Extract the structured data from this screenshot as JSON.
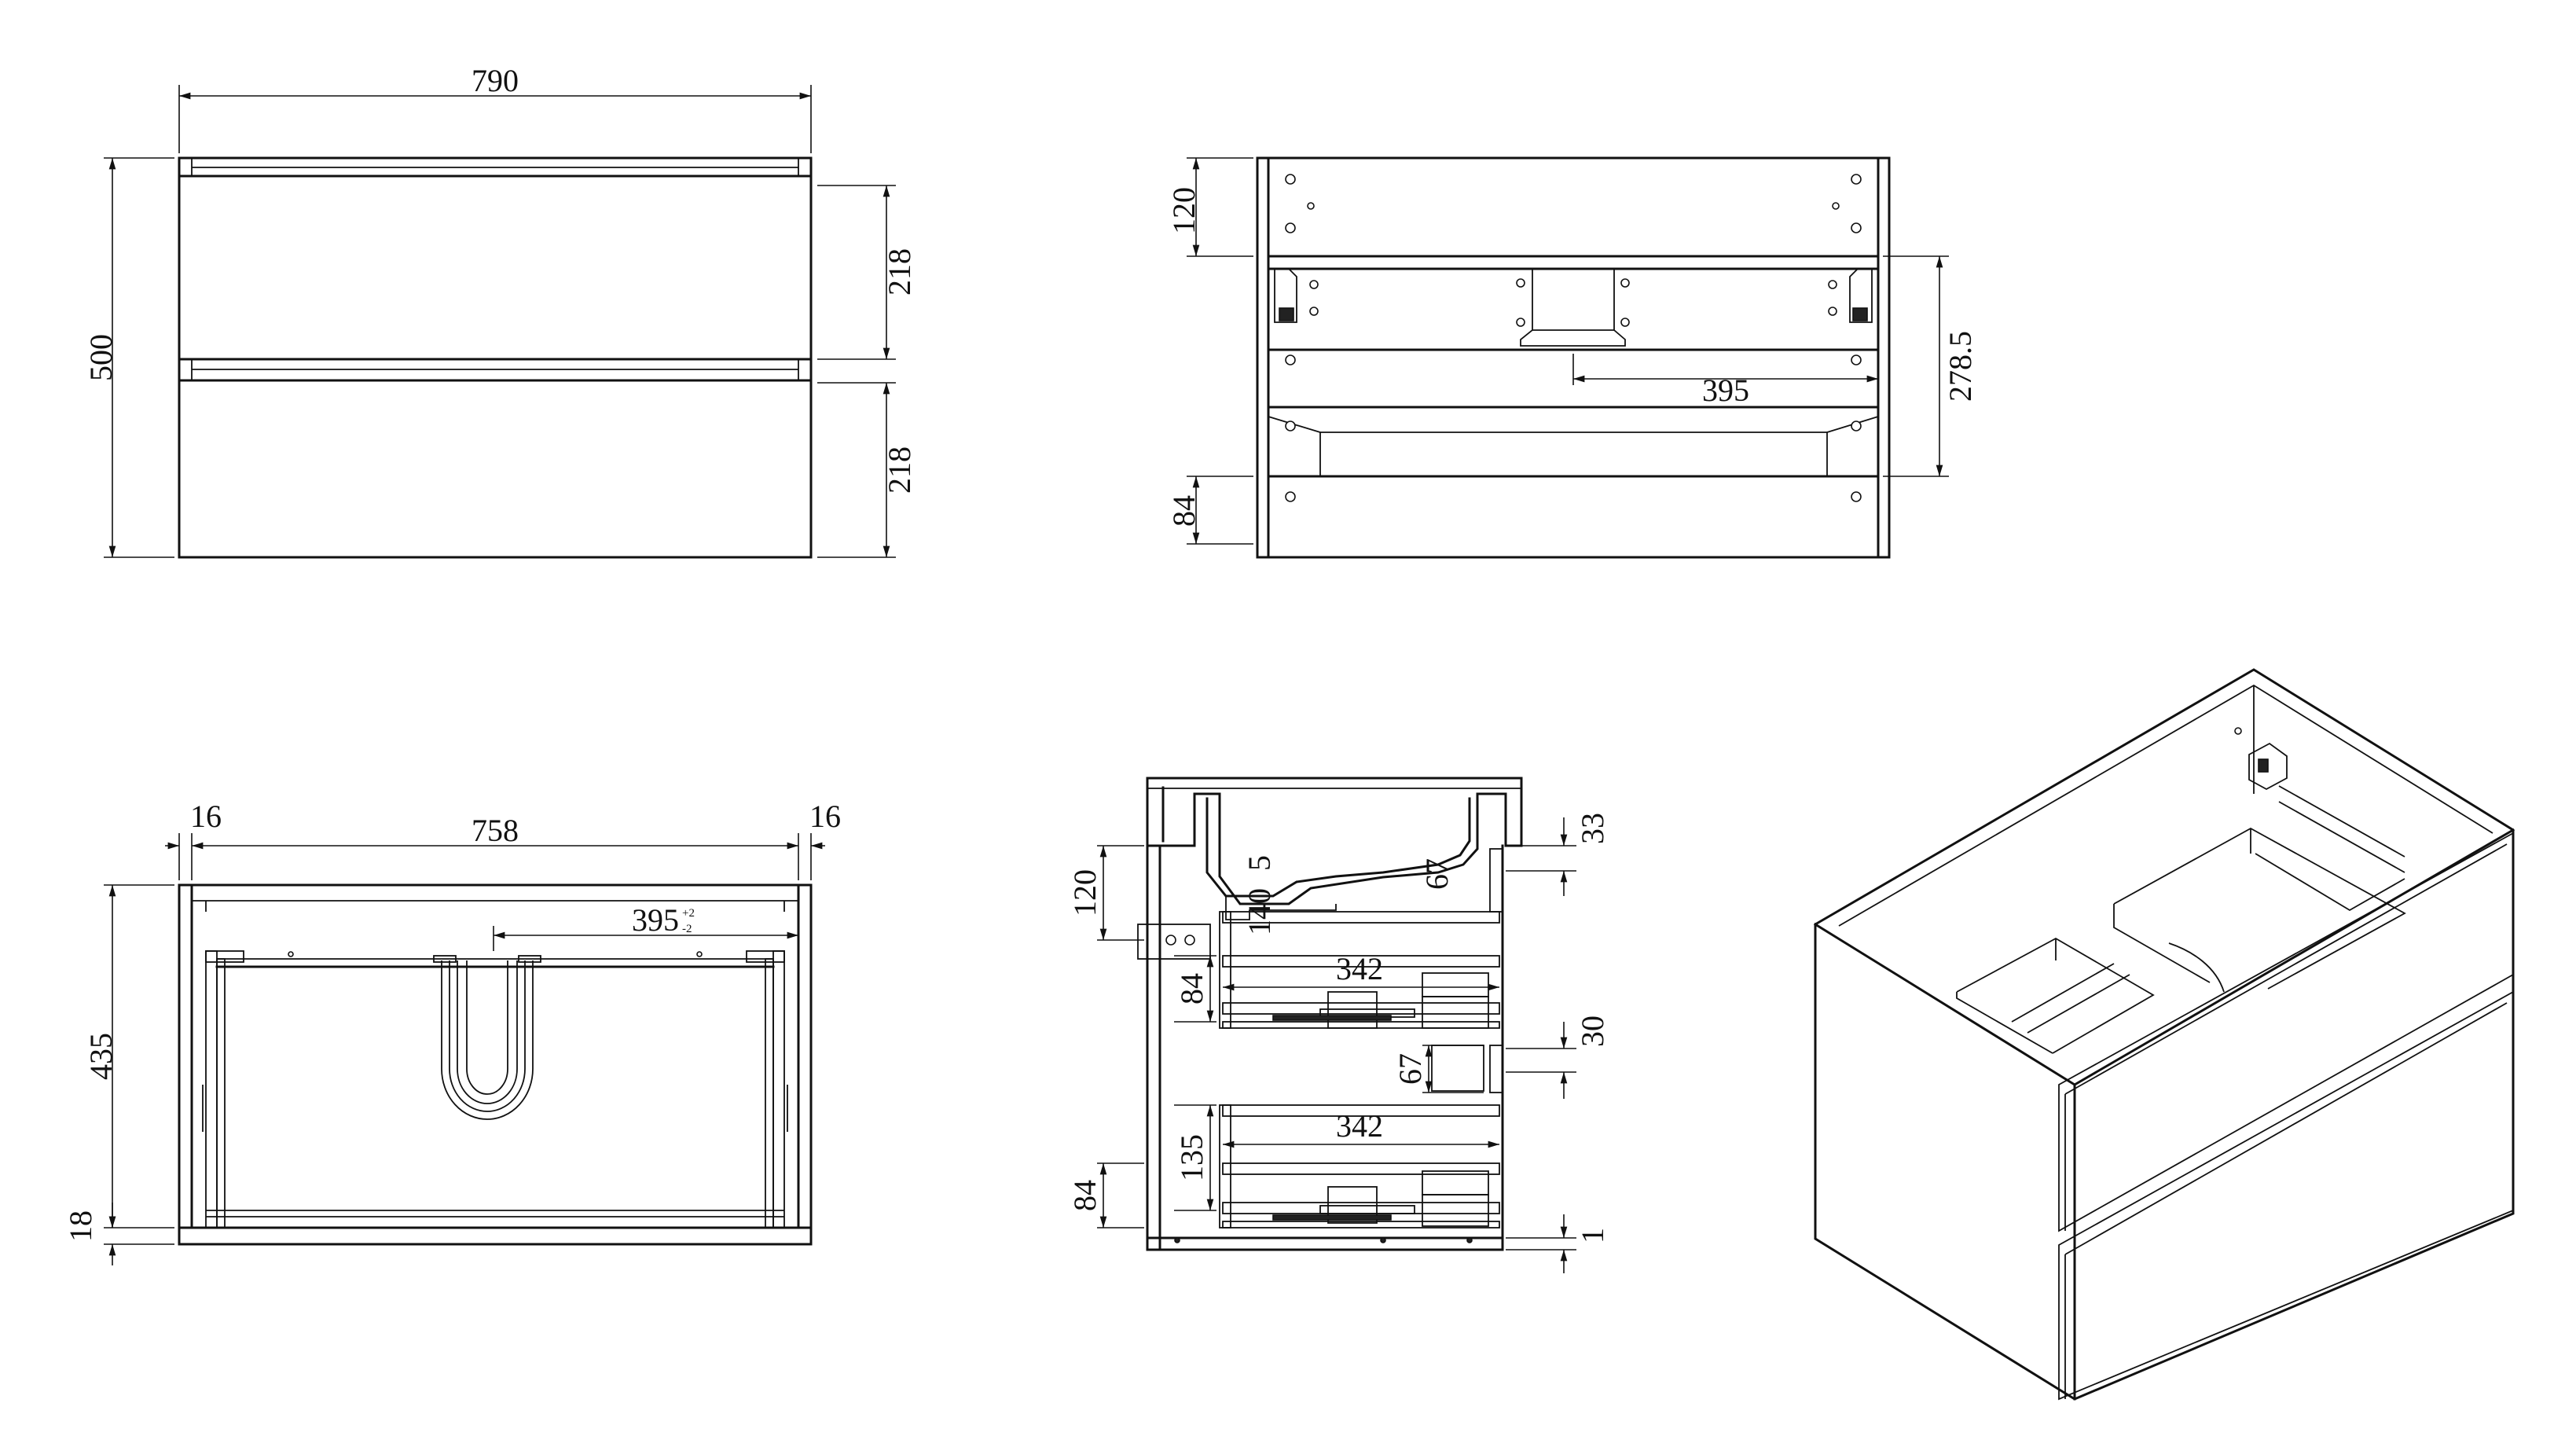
{
  "front_view": {
    "width": "790",
    "height": "500",
    "drawer_upper": "218",
    "drawer_lower": "218"
  },
  "back_view": {
    "top_height": "120",
    "mid_height": "278.5",
    "offset": "395",
    "bottom_height": "84"
  },
  "top_view": {
    "side_left": "16",
    "inner_width": "758",
    "side_right": "16",
    "offset": "395",
    "tolerance_plus": "+2",
    "tolerance_minus": "-2",
    "depth": "435",
    "base": "18"
  },
  "side_view": {
    "d33": "33",
    "d120": "120",
    "d140": "140",
    "d5": "5",
    "d67_top": "67",
    "d342_upper": "342",
    "d84_upper": "84",
    "d30": "30",
    "d67": "67",
    "d342_lower": "342",
    "d135": "135",
    "d84_lower": "84",
    "d1": "1"
  },
  "colors": {
    "line": "#111111",
    "background": "#ffffff"
  }
}
